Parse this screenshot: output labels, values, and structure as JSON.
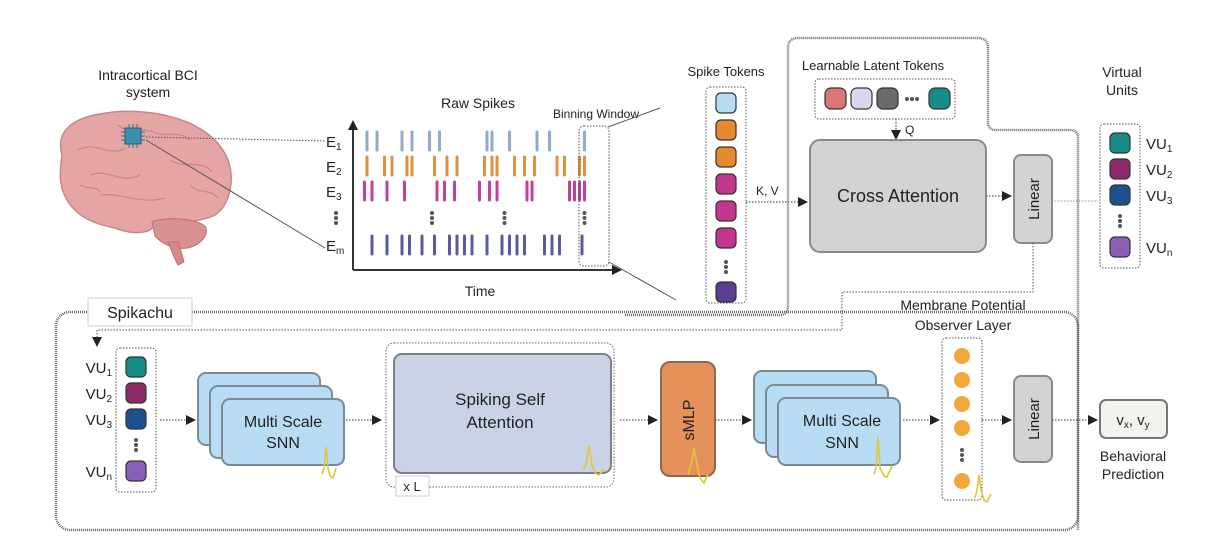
{
  "bci": {
    "title_line1": "Intracortical BCI",
    "title_line2": "system"
  },
  "raw_spikes": {
    "title": "Raw Spikes",
    "binning_label": "Binning Window",
    "xlabel": "Time",
    "channels": [
      {
        "label": "E",
        "sub": "1",
        "color": "#94a9cf",
        "spikes": [
          0.02,
          0.06,
          0.16,
          0.2,
          0.27,
          0.31,
          0.5,
          0.52,
          0.59,
          0.7,
          0.75,
          0.89
        ]
      },
      {
        "label": "E",
        "sub": "2",
        "color": "#e0913d",
        "spikes": [
          0.02,
          0.09,
          0.12,
          0.18,
          0.2,
          0.29,
          0.34,
          0.38,
          0.49,
          0.52,
          0.54,
          0.61,
          0.65,
          0.69,
          0.78,
          0.81,
          0.87,
          0.89
        ]
      },
      {
        "label": "E",
        "sub": "3",
        "color": "#c43f99",
        "spikes": [
          0.01,
          0.04,
          0.1,
          0.17,
          0.3,
          0.33,
          0.37,
          0.47,
          0.51,
          0.54,
          0.66,
          0.68,
          0.83,
          0.85,
          0.87,
          0.89
        ]
      },
      {
        "label": "E",
        "sub": "m",
        "color": "#5a5a9e",
        "spikes": [
          0.04,
          0.1,
          0.16,
          0.19,
          0.24,
          0.29,
          0.35,
          0.38,
          0.41,
          0.44,
          0.5,
          0.56,
          0.59,
          0.62,
          0.65,
          0.73,
          0.76,
          0.79,
          0.88
        ]
      }
    ],
    "ellipsis_positions": [
      0.28,
      0.57,
      0.89
    ]
  },
  "spike_tokens": {
    "title": "Spike Tokens",
    "tokens": [
      "#b7dcf3",
      "#e58a2e",
      "#e58a2e",
      "#c3368f",
      "#c3368f",
      "#c3368f",
      "ellipsis",
      "#5a3f8e"
    ]
  },
  "encoder": {
    "latent_title": "Learnable Latent Tokens",
    "latent_tokens": [
      "#dc7575",
      "#d9d6ee",
      "#6a6a6a",
      "ellipsis",
      "#178c87"
    ],
    "q_label": "Q",
    "kv_label": "K, V",
    "cross_attention": "Cross Attention",
    "linear": "Linear"
  },
  "virtual_units": {
    "title_line1": "Virtual",
    "title_line2": "Units",
    "units": [
      {
        "label": "VU",
        "sub": "1",
        "color": "#178c87"
      },
      {
        "label": "VU",
        "sub": "2",
        "color": "#8e2a6a"
      },
      {
        "label": "VU",
        "sub": "3",
        "color": "#1d4f8f"
      },
      {
        "label": "ellipsis"
      },
      {
        "label": "VU",
        "sub": "n",
        "color": "#8b5fb8"
      }
    ]
  },
  "spikachu": {
    "title": "Spikachu",
    "vu_units": [
      {
        "label": "VU",
        "sub": "1",
        "color": "#178c87"
      },
      {
        "label": "VU",
        "sub": "2",
        "color": "#8e2a6a"
      },
      {
        "label": "VU",
        "sub": "3",
        "color": "#1d4f8f"
      },
      {
        "label": "ellipsis"
      },
      {
        "label": "VU",
        "sub": "n",
        "color": "#8b5fb8"
      }
    ],
    "msnn1_line1": "Multi Scale",
    "msnn1_line2": "SNN",
    "ssa_line1": "Spiking Self",
    "ssa_line2": "Attention",
    "repeat_label": "x L",
    "smlp": "sMLP",
    "msnn2_line1": "Multi Scale",
    "msnn2_line2": "SNN",
    "observer_line1": "Membrane Potential",
    "observer_line2": "Observer Layer",
    "observer_nodes": 5,
    "linear": "Linear",
    "output": "v",
    "output_sub_x": "x",
    "output_sub_y": "y",
    "prediction_line1": "Behavioral",
    "prediction_line2": "Prediction"
  }
}
